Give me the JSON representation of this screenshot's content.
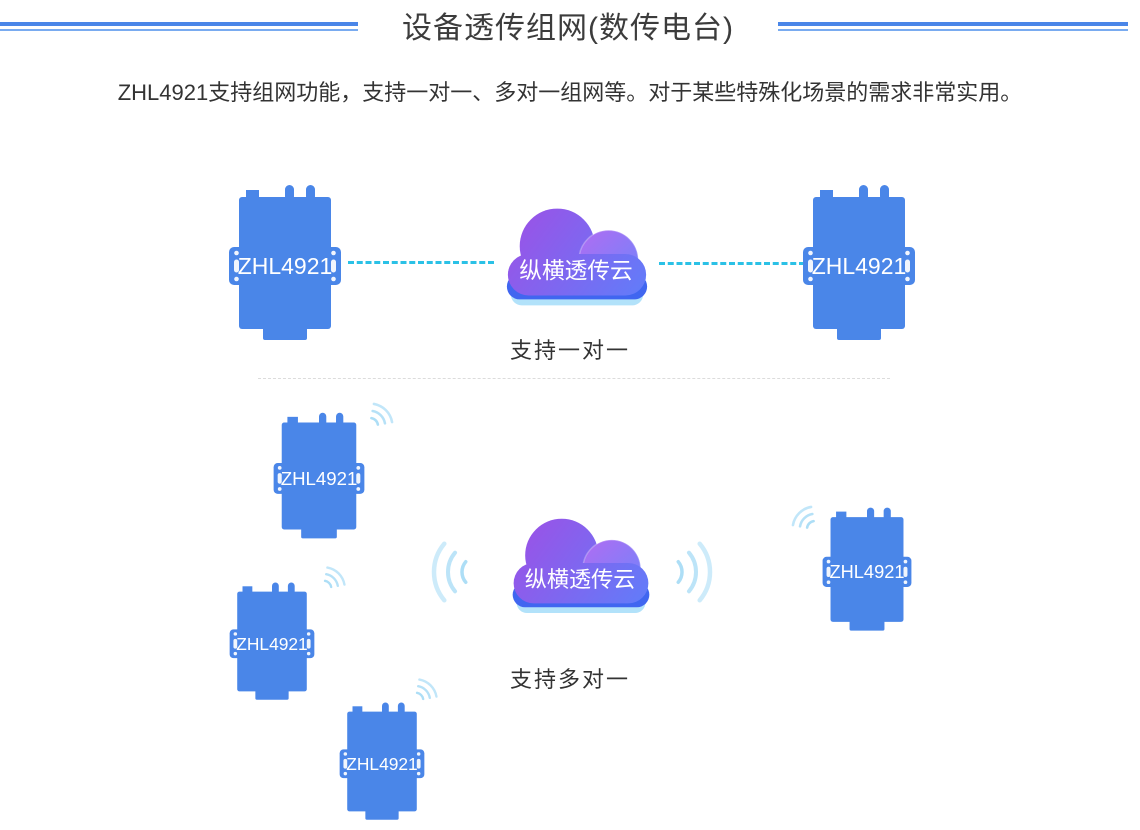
{
  "header": {
    "title": "设备透传组网(数传电台)"
  },
  "intro": "ZHL4921支持组网功能，支持一对一、多对一组网等。对于某些特殊化场景的需求非常实用。",
  "device_label": "ZHL4921",
  "cloud_label": "纵横透传云",
  "sections": {
    "one_to_one": {
      "caption": "支持一对一"
    },
    "many_to_one": {
      "caption": "支持多对一"
    }
  },
  "colors": {
    "device-blue": "#4a86e8",
    "link-cyan": "#2bc1e6",
    "wifi-blue": "#a9dcf6",
    "header-line-strong": "#4a86e8",
    "header-line-light": "#79abf0",
    "cloud-purple": "#9c51e6",
    "cloud-blue": "#5f7efa",
    "cloud-rim": "#4066f0",
    "cloud-base": "#b2e2fa",
    "text-dark": "#333333"
  }
}
